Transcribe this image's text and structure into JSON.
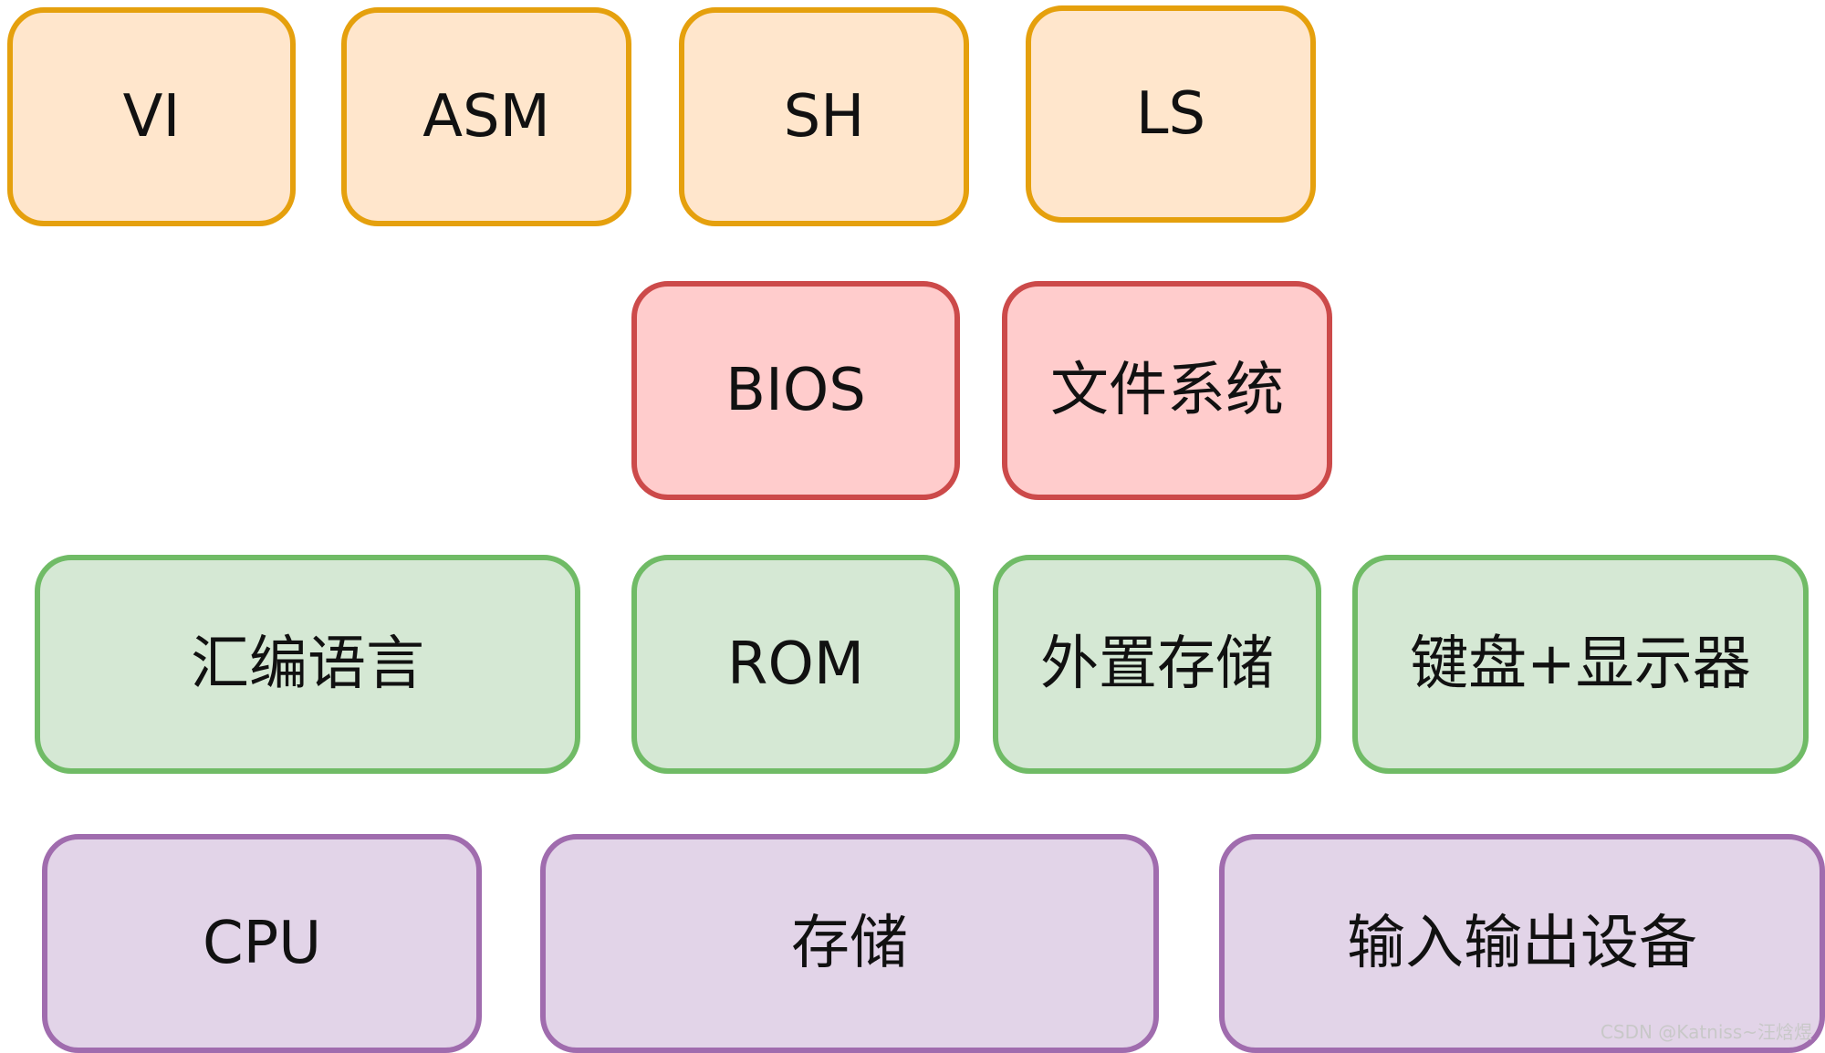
{
  "layers": {
    "apps": [
      "VI",
      "ASM",
      "SH",
      "LS"
    ],
    "system": [
      "BIOS",
      "文件系统"
    ],
    "software": [
      "汇编语言",
      "ROM",
      "外置存储",
      "键盘+显示器"
    ],
    "hardware": [
      "CPU",
      "存储",
      "输入输出设备"
    ]
  },
  "colors": {
    "apps": {
      "fill": "#ffe6cc",
      "stroke": "#e5a00d"
    },
    "system": {
      "fill": "#ffcccc",
      "stroke": "#cc4a4a"
    },
    "software": {
      "fill": "#d5e8d4",
      "stroke": "#70bb66"
    },
    "hardware": {
      "fill": "#e2d4e8",
      "stroke": "#a06cae"
    }
  },
  "watermark": "CSDN @Katniss~汪焓煜"
}
